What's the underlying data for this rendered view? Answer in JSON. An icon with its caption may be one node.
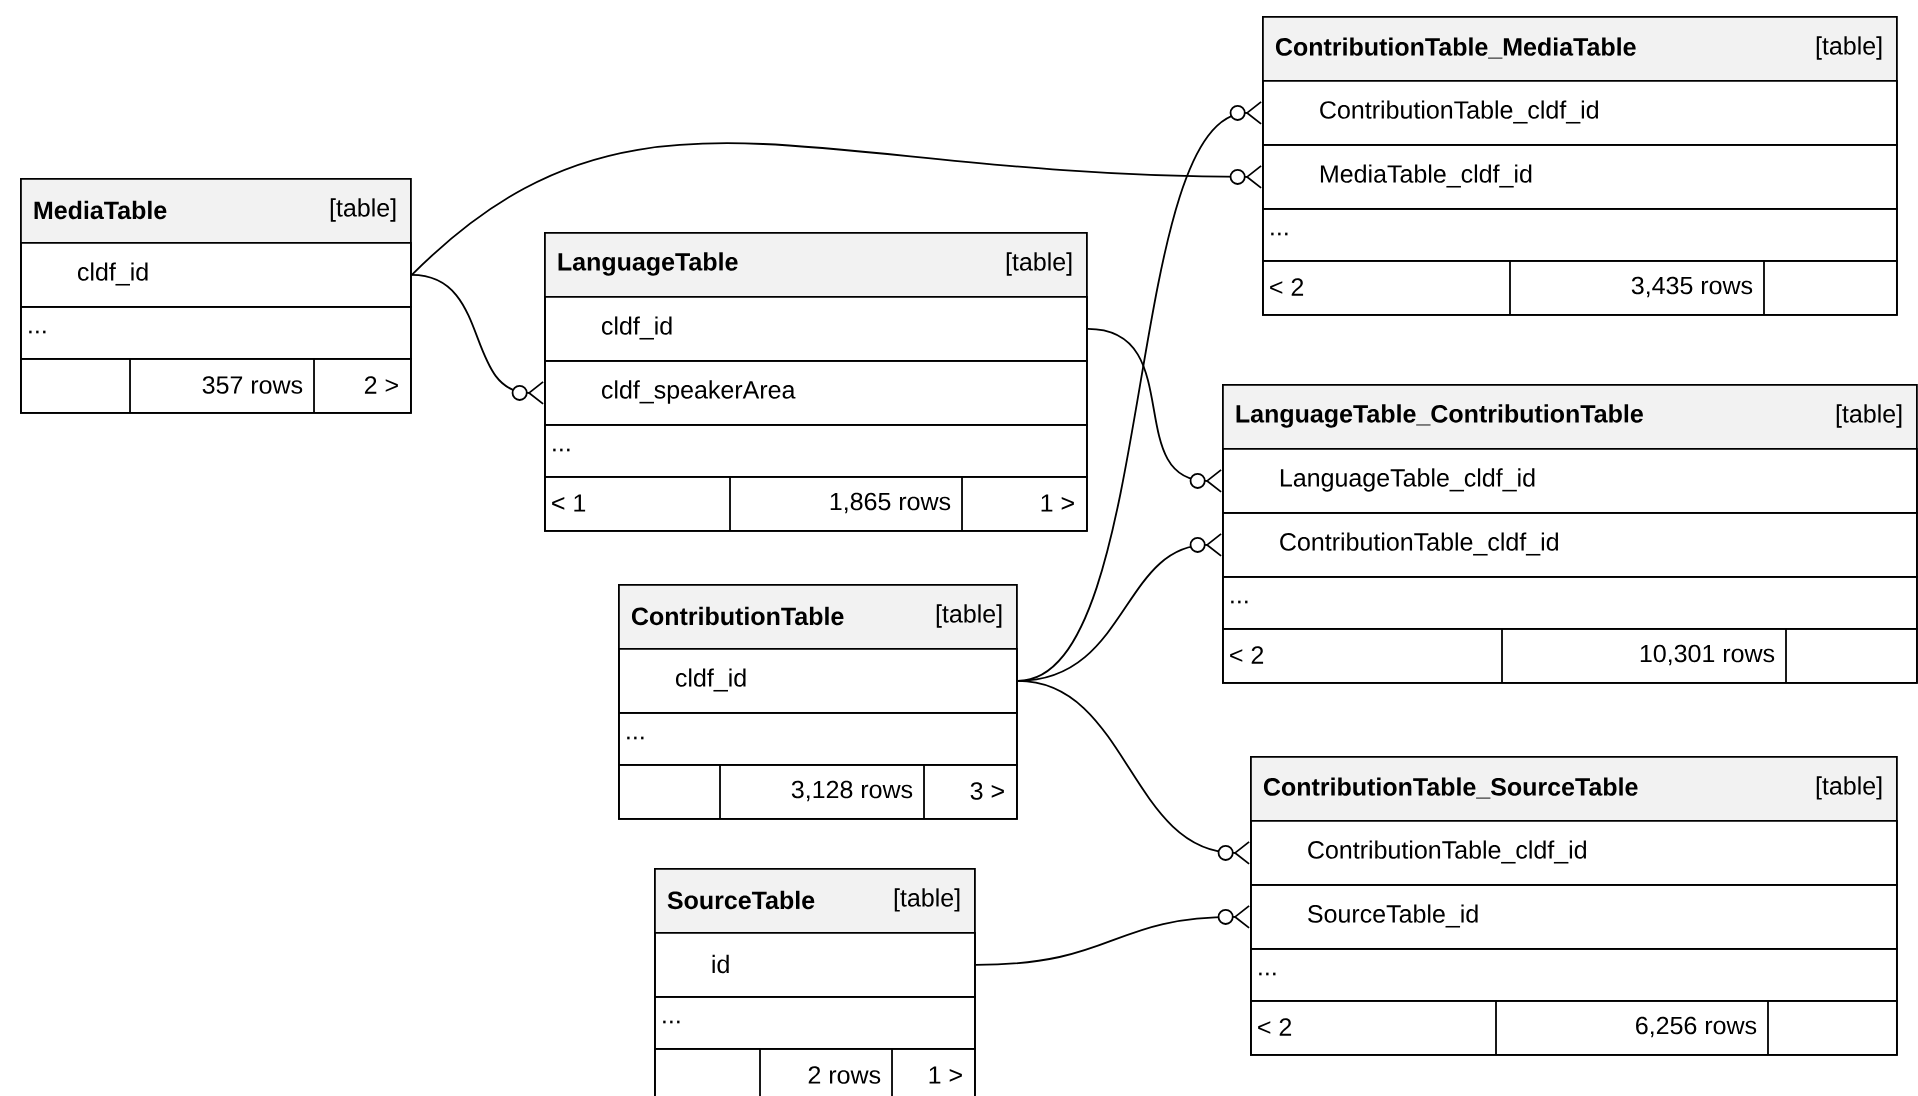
{
  "diagram": {
    "nodes": [
      {
        "text": [
          "MediaTable",
          "[table]"
        ]
      },
      {
        "text": [
          "cldf_id"
        ],
        "in": 0
      },
      {
        "text": [
          "..."
        ],
        "in": 0
      },
      {
        "text": [
          "357 rows",
          "2 >"
        ],
        "in": 0
      },
      {
        "text": [
          "LanguageTable",
          "[table]"
        ]
      },
      {
        "text": [
          "cldf_id"
        ],
        "in": 4
      },
      {
        "text": [
          "cldf_speakerArea"
        ],
        "in": 4
      },
      {
        "text": [
          "..."
        ],
        "in": 4
      },
      {
        "text": [
          "< 1",
          "1,865 rows",
          "1 >"
        ],
        "in": 4
      },
      {
        "text": [
          "ContributionTable",
          "[table]"
        ]
      },
      {
        "text": [
          "cldf_id"
        ],
        "in": 9
      },
      {
        "text": [
          "..."
        ],
        "in": 9
      },
      {
        "text": [
          "3,128 rows",
          "3 >"
        ],
        "in": 9
      },
      {
        "text": [
          "SourceTable",
          "[table]"
        ]
      },
      {
        "text": [
          "id"
        ],
        "in": 13
      },
      {
        "text": [
          "..."
        ],
        "in": 13
      },
      {
        "text": [
          "2 rows",
          "1 >"
        ],
        "in": 13
      },
      {
        "text": [
          "ContributionTable_MediaTable",
          "[table]"
        ]
      },
      {
        "text": [
          "ContributionTable_cldf_id"
        ],
        "in": 17
      },
      {
        "text": [
          "MediaTable_cldf_id"
        ],
        "in": 17
      },
      {
        "text": [
          "..."
        ],
        "in": 17
      },
      {
        "text": [
          "< 2",
          "3,435 rows"
        ],
        "in": 17
      },
      {
        "text": [
          "LanguageTable_ContributionTable",
          "[table]"
        ]
      },
      {
        "text": [
          "LanguageTable_cldf_id"
        ],
        "in": 22
      },
      {
        "text": [
          "ContributionTable_cldf_id"
        ],
        "in": 22
      },
      {
        "text": [
          "..."
        ],
        "in": 22
      },
      {
        "text": [
          "< 2",
          "10,301 rows"
        ],
        "in": 22
      },
      {
        "text": [
          "ContributionTable_SourceTable",
          "[table]"
        ]
      },
      {
        "text": [
          "ContributionTable_cldf_id"
        ],
        "in": 27
      },
      {
        "text": [
          "SourceTable_id"
        ],
        "in": 27
      },
      {
        "text": [
          "..."
        ],
        "in": 27
      },
      {
        "text": [
          "< 2",
          "6,256 rows"
        ],
        "in": 27
      }
    ],
    "edges": [
      {
        "from": 1,
        "to": 19,
        "arrow": "other"
      },
      {
        "from": 1,
        "to": 6,
        "arrow": "other"
      },
      {
        "from": 5,
        "to": 23,
        "arrow": "other"
      },
      {
        "from": 10,
        "to": 18,
        "arrow": "other"
      },
      {
        "from": 10,
        "to": 24,
        "arrow": "other"
      },
      {
        "from": 10,
        "to": 28,
        "arrow": "other"
      },
      {
        "from": 14,
        "to": 29,
        "arrow": "other"
      }
    ]
  }
}
